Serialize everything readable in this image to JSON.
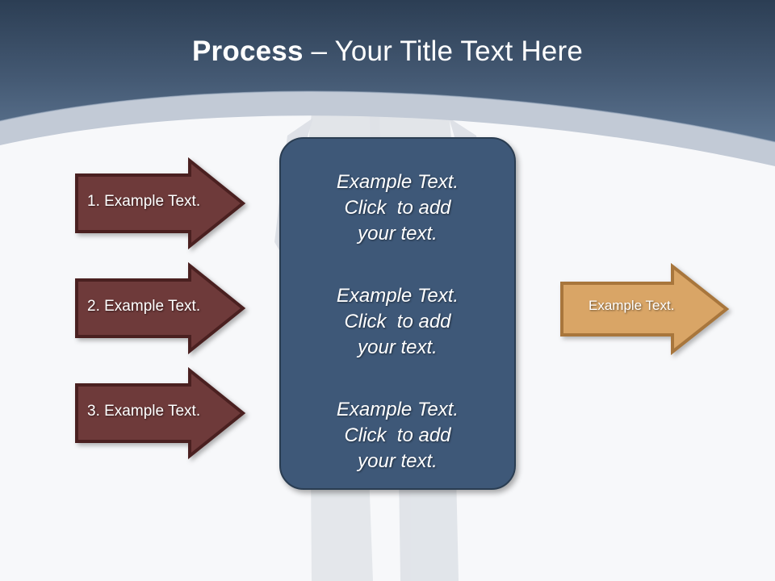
{
  "slide": {
    "title": {
      "strong": "Process",
      "rest": " – Your Title Text Here"
    },
    "background_color": "#F7F8FA",
    "header_gradient_top": "#2C3E54",
    "header_gradient_bottom": "#5C7490",
    "swoosh_color": "#C2CAD6",
    "silhouette_color": "#D2D6DC"
  },
  "left_arrows": {
    "fill_color": "#6E3A3A",
    "border_color": "#4A2020",
    "items": [
      {
        "label": "1. Example Text."
      },
      {
        "label": "2. Example Text."
      },
      {
        "label": "3. Example Text."
      }
    ]
  },
  "center_panel": {
    "fill_color": "#3E5878",
    "border_color": "#2A3D52",
    "blocks": [
      {
        "line1": "Example Text.",
        "line2": "Click  to add",
        "line3": "your text."
      },
      {
        "line1": "Example Text.",
        "line2": "Click  to add",
        "line3": "your text."
      },
      {
        "line1": "Example Text.",
        "line2": "Click  to add",
        "line3": "your text."
      }
    ]
  },
  "output_arrow": {
    "fill_color": "#D9A566",
    "border_color": "#A8763C",
    "label": "Example Text."
  }
}
